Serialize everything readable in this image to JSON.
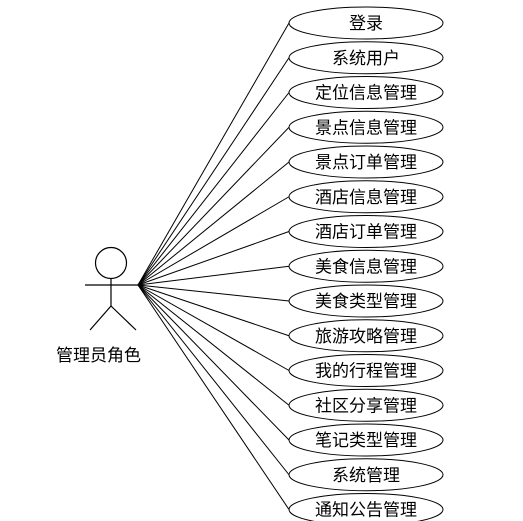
{
  "actor": {
    "label": "管理员角色",
    "icon": "stick-figure-actor-icon"
  },
  "use_cases": [
    "登录",
    "系统用户",
    "定位信息管理",
    "景点信息管理",
    "景点订单管理",
    "酒店信息管理",
    "酒店订单管理",
    "美食信息管理",
    "美食类型管理",
    "旅游攻略管理",
    "我的行程管理",
    "社区分享管理",
    "笔记类型管理",
    "系统管理",
    "通知公告管理"
  ],
  "colors": {
    "stroke": "#000000",
    "background": "#ffffff"
  }
}
